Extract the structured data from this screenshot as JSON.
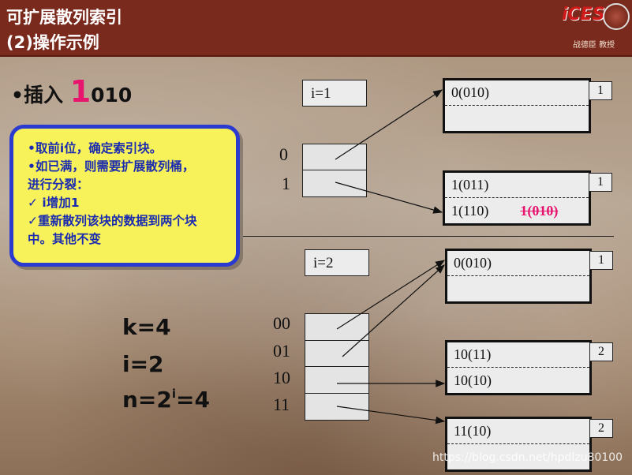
{
  "header": {
    "title_line1": "可扩展散列索引",
    "title_line2": "(2)操作示例",
    "logo_text": "iCES",
    "logo_sub": "战德臣 教授"
  },
  "insert": {
    "label": "•插入 ",
    "highlight": "1",
    "rest": "010"
  },
  "note": {
    "lines": [
      "•取前i位，确定索引块。",
      "•如已满，则需要扩展散列桶，",
      "  进行分裂：",
      "✓ i增加1",
      "✓重新散列该块的数据到两个块",
      "  中。其他不变"
    ]
  },
  "top": {
    "i_label": "i=1",
    "dir_labels": [
      "0",
      "1"
    ],
    "bucket_a": {
      "slots": [
        "0(010)",
        ""
      ],
      "tag": "1"
    },
    "bucket_b": {
      "slots": [
        "1(011)",
        "1(110)"
      ],
      "struck": "1(010)",
      "tag": "1"
    }
  },
  "bottom": {
    "i_label": "i=2",
    "dir_labels": [
      "00",
      "01",
      "10",
      "11"
    ],
    "bucket_a": {
      "slots": [
        "0(010)",
        ""
      ],
      "tag": "1"
    },
    "bucket_b": {
      "slots": [
        "10(11)",
        "10(10)"
      ],
      "tag": "2"
    },
    "bucket_c": {
      "slots": [
        "11(10)",
        ""
      ],
      "tag": "2"
    }
  },
  "params": {
    "k": "k=4",
    "i": "i=2",
    "n_prefix": "n=2",
    "n_sup": "i",
    "n_suffix": "=4"
  },
  "watermark": "https://blog.csdn.net/hpdlzu80100"
}
